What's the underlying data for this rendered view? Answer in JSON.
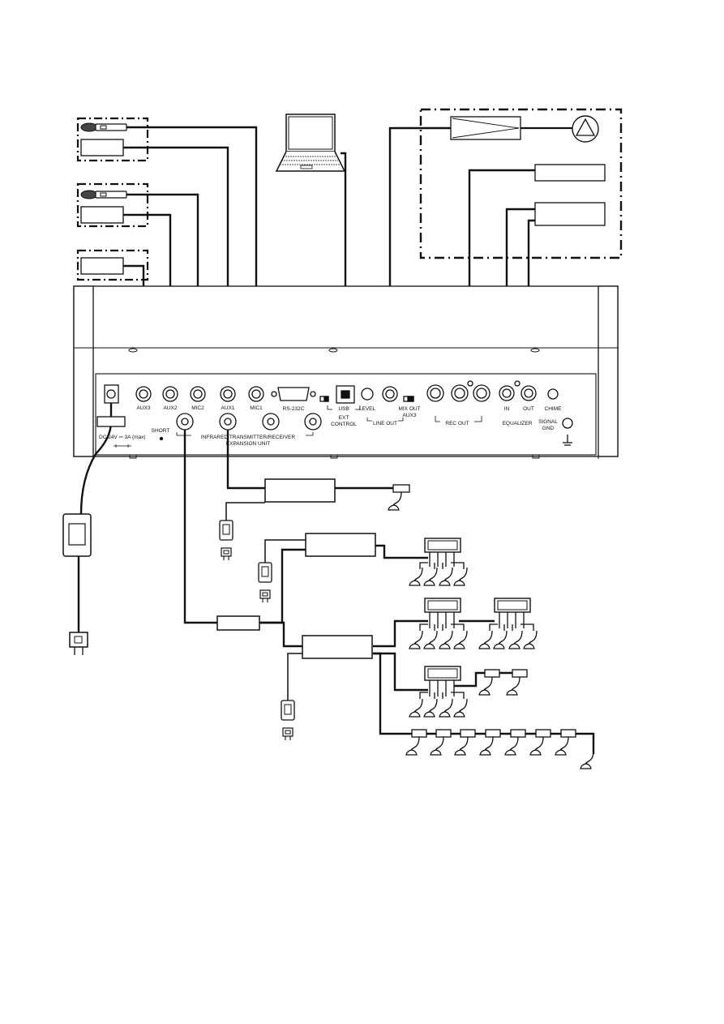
{
  "panel": {
    "jacks": {
      "aux3": "AUX3",
      "aux2": "AUX2",
      "mic2": "MIC2",
      "aux1": "AUX1",
      "mic1": "MIC1",
      "rs232c": "RS-232C",
      "usb": "USB",
      "level": "LEVEL",
      "ext_control_1": "EXT",
      "ext_control_2": "CONTROL",
      "mix_out_1": "MIX OUT",
      "mix_out_2": "AUX3",
      "line_out": "LINE OUT",
      "rec_out": "REC OUT",
      "eq_in": "IN",
      "eq_out": "OUT",
      "equalizer": "EQUALIZER",
      "chime": "CHIME",
      "signal_gnd_1": "SIGNAL",
      "signal_gnd_2": "GND"
    },
    "power_rating": "DC 24V ⎓ 3A (max)",
    "short": "SHORT",
    "expansion_1": "INFRARED TRANSMITTER/RECEIVER",
    "expansion_2": "EXPANSION UNIT"
  },
  "colors": {
    "line": "#111111",
    "background": "#ffffff"
  }
}
